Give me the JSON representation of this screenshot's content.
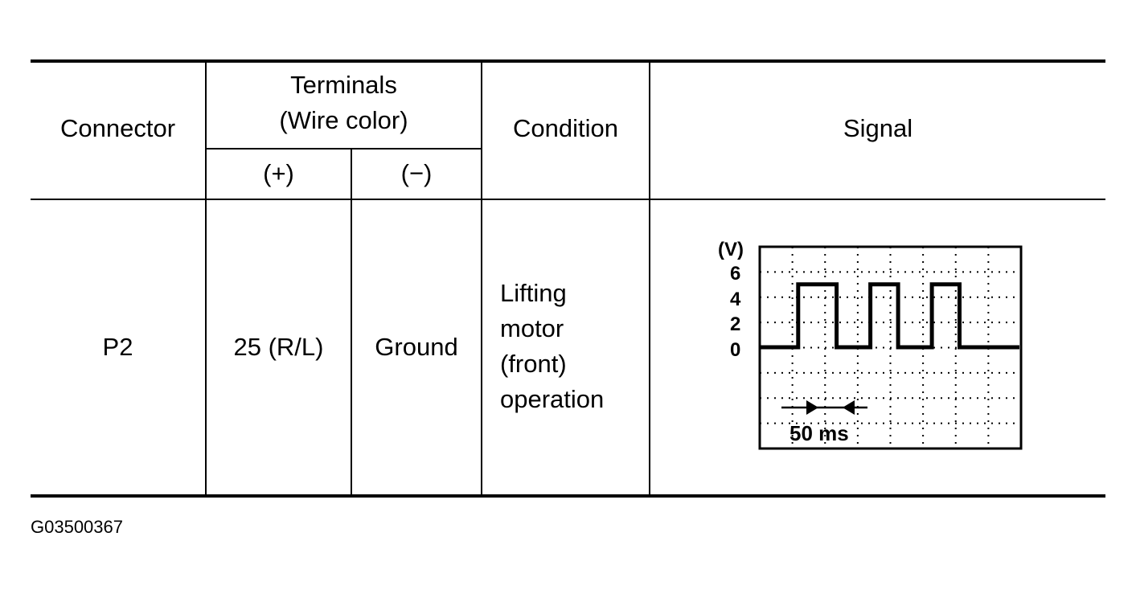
{
  "table": {
    "headers": {
      "connector": "Connector",
      "terminals_line1": "Terminals",
      "terminals_line2": "(Wire color)",
      "plus": "(+)",
      "minus": "(−)",
      "condition": "Condition",
      "signal": "Signal"
    },
    "row": {
      "connector": "P2",
      "plus": "25 (R/L)",
      "minus": "Ground",
      "condition_lines": [
        "Lifting",
        "motor",
        "(front)",
        "operation"
      ]
    }
  },
  "signal": {
    "unit": "(V)",
    "y_ticks": [
      "6",
      "4",
      "2",
      "0"
    ],
    "time_label": "50 ms",
    "waveform": {
      "low_v": 0,
      "high_v": 5,
      "transitions_ms": [
        0,
        25,
        50,
        72,
        90,
        112,
        130
      ],
      "window_ms": 170
    }
  },
  "figure_code": "G03500367"
}
